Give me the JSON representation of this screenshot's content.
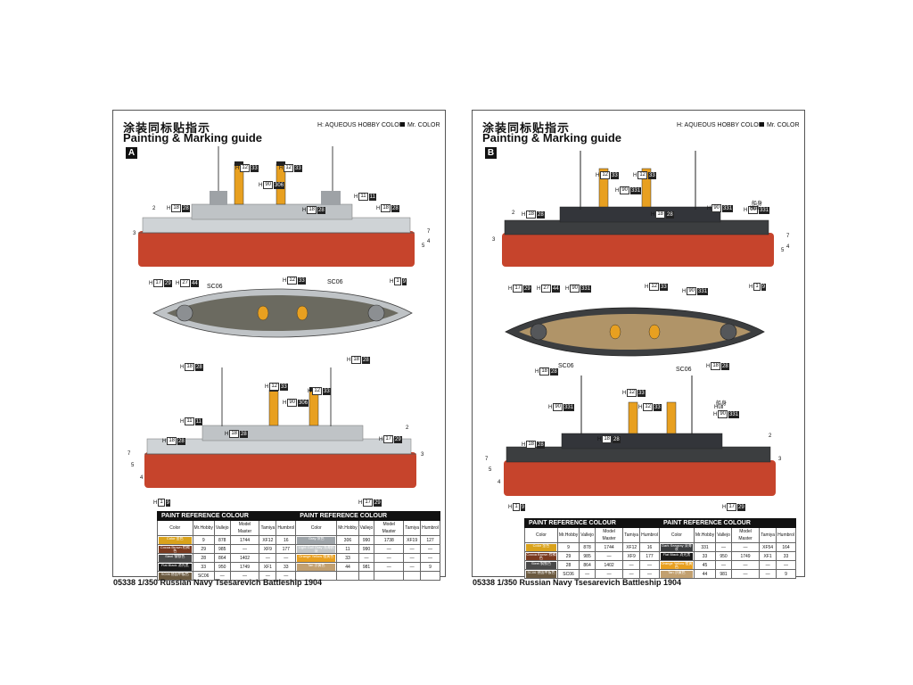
{
  "page": {
    "background": "#ffffff"
  },
  "sheets": [
    {
      "id": "A",
      "title_cn": "涂装同标贴指示",
      "title_en": "Painting & Marking guide",
      "brand_h": "H: AQUEOUS HOBBY COLOR",
      "brand_c": "Mr. COLOR",
      "version": "A",
      "hull_color": "#cfd3d6",
      "bottom_color": "#c6442c",
      "deck_color": "#6b6a60",
      "funnel_color": "#e8a020",
      "codes": [
        {
          "h": "12",
          "c": "33"
        },
        {
          "h": "12",
          "c": "33"
        },
        {
          "h": "90",
          "c": "306"
        },
        {
          "h": "11",
          "c": "11"
        },
        {
          "h": "18",
          "c": "28"
        },
        {
          "h": "18",
          "c": "28"
        },
        {
          "h": "18",
          "c": "28"
        },
        {
          "h": "17",
          "c": "29"
        },
        {
          "h": "1",
          "c": "9"
        },
        {
          "h": "17",
          "c": "29"
        },
        {
          "h": "27",
          "c": "44"
        },
        {
          "h": "12",
          "c": "33"
        },
        {
          "h": "18",
          "c": "28"
        },
        {
          "h": "18",
          "c": "28"
        },
        {
          "h": "12",
          "c": "33"
        },
        {
          "h": "12",
          "c": "33"
        },
        {
          "h": "90",
          "c": "306"
        },
        {
          "h": "11",
          "c": "11"
        },
        {
          "h": "18",
          "c": "28"
        },
        {
          "h": "18",
          "c": "28"
        },
        {
          "h": "17",
          "c": "29"
        },
        {
          "h": "1",
          "c": "9"
        },
        {
          "h": "17",
          "c": "29"
        }
      ],
      "callouts": [
        "2",
        "3",
        "7",
        "4",
        "5",
        "7",
        "5",
        "4",
        "2",
        "3"
      ],
      "sc_labels": [
        "SC06",
        "SC06"
      ],
      "table_title_1": "PAINT REFERENCE COLOUR",
      "table_title_2": "PAINT REFERENCE COLOUR",
      "table_headers": [
        "Color",
        "Mr.Hobby",
        "Vallejo",
        "Model Master",
        "Tamiya",
        "Humbrol",
        "Color",
        "Mr.Hobby",
        "Vallejo",
        "Model Master",
        "Tamiya",
        "Humbrol"
      ],
      "table_rows": [
        {
          "name": "Color 金色",
          "sw": "#d9a21c",
          "hobby": "9",
          "vallejo": "878",
          "mm": "1744",
          "tam": "XF12",
          "hum": "16",
          "name2": "Gray 灰色",
          "sw2": "#9fa5aa",
          "hobby2": "306",
          "vallejo2": "990",
          "mm2": "1738",
          "tam2": "XF19",
          "hum2": "127"
        },
        {
          "name": "Cocoa Brown 棕褐色",
          "sw": "#7a3a20",
          "hobby": "29",
          "vallejo": "985",
          "mm": "—",
          "tam": "XF9",
          "hum": "177",
          "name2": "Light Gull Gray 浅海鸥灰",
          "sw2": "#c4c8ca",
          "hobby2": "11",
          "vallejo2": "990",
          "mm2": "—",
          "tam2": "—",
          "hum2": "—"
        },
        {
          "name": "Steel 钢铁色",
          "sw": "#4a4a4a",
          "hobby": "28",
          "vallejo": "864",
          "mm": "1402",
          "tam": "—",
          "hum": "—",
          "name2": "Orange Yellow 橙黄色",
          "sw2": "#e8a020",
          "hobby2": "33",
          "vallejo2": "—",
          "mm2": "—",
          "tam2": "—",
          "hum2": "—"
        },
        {
          "name": "Flat Black 消光黑",
          "sw": "#1a1a1a",
          "hobby": "33",
          "vallejo": "950",
          "mm": "1749",
          "tam": "XF1",
          "hum": "33",
          "name2": "Tan 沙黄色",
          "sw2": "#c2a070",
          "hobby2": "44",
          "vallejo2": "981",
          "mm2": "—",
          "tam2": "—",
          "hum2": "9"
        },
        {
          "name": "SC06 德国甲板色",
          "sw": "#6b5a40",
          "hobby": "SC06",
          "vallejo": "—",
          "mm": "—",
          "tam": "—",
          "hum": "—",
          "name2": "",
          "sw2": "#ffffff",
          "hobby2": "",
          "vallejo2": "",
          "mm2": "",
          "tam2": "",
          "hum2": ""
        }
      ],
      "product_line": "05338 1/350   Russian Navy Tsesarevich Battleship 1904"
    },
    {
      "id": "B",
      "title_cn": "涂装同标贴指示",
      "title_en": "Painting & Marking guide",
      "brand_h": "H: AQUEOUS HOBBY COLOR",
      "brand_c": "Mr. COLOR",
      "version": "B",
      "hull_color": "#3c3e40",
      "bottom_color": "#c6442c",
      "deck_color": "#b09468",
      "funnel_color": "#e8a020",
      "codes": [
        {
          "h": "12",
          "c": "33"
        },
        {
          "h": "12",
          "c": "33"
        },
        {
          "h": "90",
          "c": "331"
        },
        {
          "h": "90",
          "c": "331"
        },
        {
          "h": "18",
          "c": "28"
        },
        {
          "h": "18",
          "c": "28"
        },
        {
          "h": "90",
          "c": "331"
        },
        {
          "h": "17",
          "c": "29"
        },
        {
          "h": "27",
          "c": "44"
        },
        {
          "h": "90",
          "c": "331"
        },
        {
          "h": "1",
          "c": "9"
        },
        {
          "h": "12",
          "c": "33"
        },
        {
          "h": "90",
          "c": "331"
        },
        {
          "h": "18",
          "c": "28"
        },
        {
          "h": "18",
          "c": "28"
        },
        {
          "h": "12",
          "c": "33"
        },
        {
          "h": "12",
          "c": "33"
        },
        {
          "h": "90",
          "c": "331"
        },
        {
          "h": "90",
          "c": "331"
        },
        {
          "h": "18",
          "c": "28"
        },
        {
          "h": "18",
          "c": "28"
        },
        {
          "h": "1",
          "c": "9"
        },
        {
          "h": "17",
          "c": "29"
        }
      ],
      "callouts": [
        "2",
        "3",
        "7",
        "4",
        "5",
        "7",
        "5",
        "4",
        "2",
        "3"
      ],
      "hull_label_cn": "船身",
      "hull_label_en": "Hull",
      "sc_labels": [
        "SC06",
        "SC06"
      ],
      "table_title_1": "PAINT REFERENCE COLOUR",
      "table_title_2": "PAINT REFERENCE COLOUR",
      "table_headers": [
        "Color",
        "Mr.Hobby",
        "Vallejo",
        "Model Master",
        "Tamiya",
        "Humbrol",
        "Color",
        "Mr.Hobby",
        "Vallejo",
        "Model Master",
        "Tamiya",
        "Humbrol"
      ],
      "table_rows": [
        {
          "name": "Color 金色",
          "sw": "#d9a21c",
          "hobby": "9",
          "vallejo": "878",
          "mm": "1744",
          "tam": "XF12",
          "hum": "16",
          "name2": "Dark Seagray 深海灰",
          "sw2": "#3c3e40",
          "hobby2": "331",
          "vallejo2": "—",
          "mm2": "—",
          "tam2": "XF54",
          "hum2": "164"
        },
        {
          "name": "Cocoa Brown 棕褐色",
          "sw": "#7a3a20",
          "hobby": "29",
          "vallejo": "985",
          "mm": "—",
          "tam": "XF9",
          "hum": "177",
          "name2": "Flat Black 消光黑",
          "sw2": "#1a1a1a",
          "hobby2": "33",
          "vallejo2": "950",
          "mm2": "1749",
          "tam2": "XF1",
          "hum2": "33"
        },
        {
          "name": "Steel 钢铁色",
          "sw": "#4a4a4a",
          "hobby": "28",
          "vallejo": "864",
          "mm": "1402",
          "tam": "—",
          "hum": "—",
          "name2": "Orange Yellow 橙黄色",
          "sw2": "#e8a020",
          "hobby2": "45",
          "vallejo2": "—",
          "mm2": "—",
          "tam2": "—",
          "hum2": "—"
        },
        {
          "name": "SC06 德国甲板色",
          "sw": "#6b5a40",
          "hobby": "SC06",
          "vallejo": "—",
          "mm": "—",
          "tam": "—",
          "hum": "—",
          "name2": "Tan 沙黄色",
          "sw2": "#c2a070",
          "hobby2": "44",
          "vallejo2": "981",
          "mm2": "—",
          "tam2": "—",
          "hum2": "9"
        }
      ],
      "product_line": "05338 1/350   Russian Navy Tsesarevich Battleship 1904"
    }
  ]
}
